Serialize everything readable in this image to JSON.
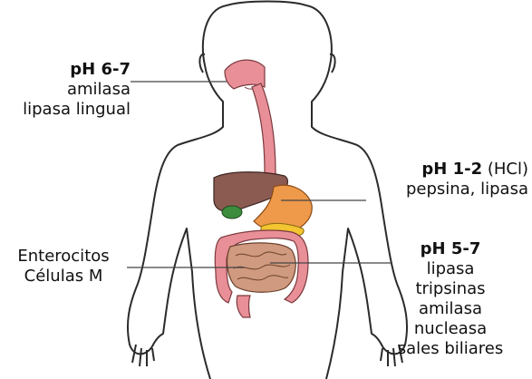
{
  "labels": {
    "mouth": {
      "ph": "pH 6-7",
      "line1": "amilasa",
      "line2": "lipasa lingual"
    },
    "stomach": {
      "ph": "pH 1-2",
      "ph_note": "(HCl)",
      "line1": "pepsina, lipasa"
    },
    "intestine": {
      "ph": "pH 5-7",
      "enzymes": [
        "lipasa",
        "tripsinas",
        "amilasa",
        "nucleasa",
        "sales biliares"
      ]
    },
    "cells": {
      "line1": "Enterocitos",
      "line2": "Células M"
    }
  }
}
